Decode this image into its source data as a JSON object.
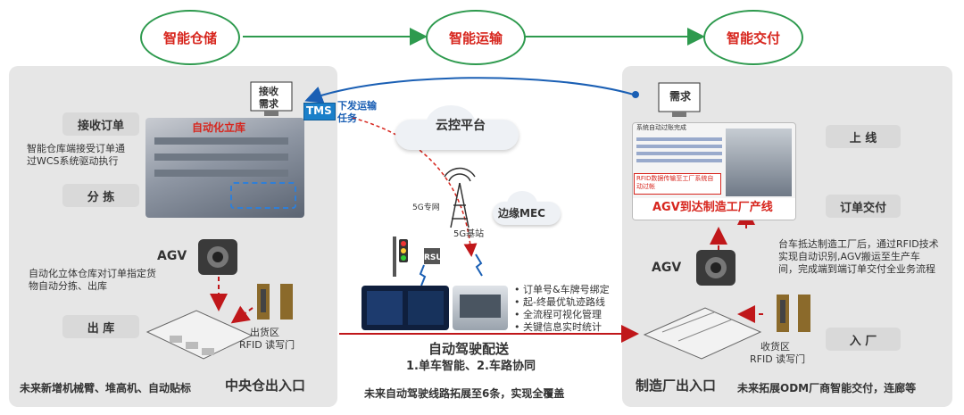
{
  "flow": {
    "warehouse": "智能仓储",
    "transport": "智能运输",
    "delivery": "智能交付"
  },
  "left": {
    "receive_order": "接收订单",
    "receive_order_desc": "智能仓库端接受订单通过WCS系统驱动执行",
    "sort": "分 拣",
    "auto_warehouse_label": "自动化立库",
    "agv": "AGV",
    "agv_desc": "自动化立体仓库对订单指定货物自动分拣、出库",
    "outbound": "出 库",
    "outbound_zone": "出货区",
    "rfid_door": "RFID 读写门",
    "future": "未来新增机械臂、堆高机、自动贴标",
    "center_title": "中央仓出入口"
  },
  "middle": {
    "receive_demand": "接收需求",
    "tms": "TMS",
    "dispatch": "下发运输任务",
    "cloud_platform": "云控平台",
    "edge_mec": "边缘MEC",
    "private_5g": "5G专网",
    "base_5g": "5G基站",
    "rsu": "RSU",
    "features": [
      "订单号&车牌号绑定",
      "起-终最优轨迹路线",
      "全流程可视化管理",
      "关键信息实时统计"
    ],
    "title": "自动驾驶配送",
    "subtitle": "1.单车智能、2.车路协同",
    "future": "未来自动驾驶线路拓展至6条，实现全覆盖"
  },
  "right": {
    "demand": "需求",
    "screen_title": "系统自动过账完成",
    "screen_note": "RFID数据传输至工厂系统自动过帐",
    "online": "上 线",
    "agv_arrive": "AGV到达制造工厂产线",
    "order_delivery": "订单交付",
    "agv": "AGV",
    "agv_desc": "台车抵达制造工厂后，通过RFID技术实现自动识别,AGV搬运至生产车间，完成端到端订单交付全业务流程",
    "inbound": "入 厂",
    "receive_zone": "收货区",
    "rfid_door": "RFID 读写门",
    "factory_title": "制造厂出入口",
    "future": "未来拓展ODM厂商智能交付，连廊等"
  }
}
